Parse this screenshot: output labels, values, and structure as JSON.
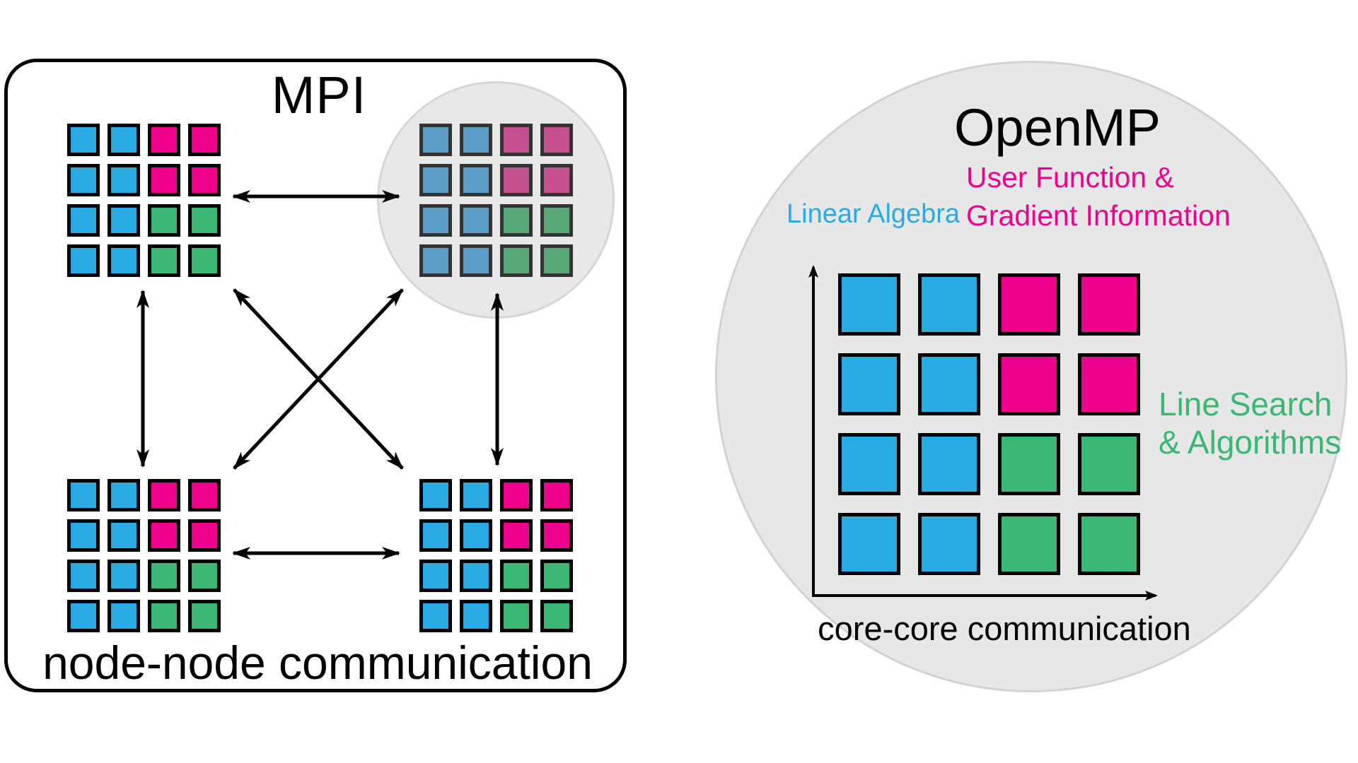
{
  "colors": {
    "blue": "#29abe2",
    "magenta": "#ec008c",
    "green": "#3ab873",
    "muted_blue": "#5b9dc7",
    "muted_magenta": "#c4508f",
    "muted_green": "#59a877",
    "muted_border": "#333333",
    "node_circle_fill": "#e8e8e8",
    "node_circle_edge": "#d6d6d6",
    "openmp_circle_fill": "#e7e7e7",
    "openmp_circle_edge": "#d2d2d2"
  },
  "mpi_panel": {
    "title": "MPI",
    "caption": "node-node communication",
    "grid_pattern": [
      [
        "blue",
        "blue",
        "magenta",
        "magenta"
      ],
      [
        "blue",
        "blue",
        "magenta",
        "magenta"
      ],
      [
        "blue",
        "blue",
        "green",
        "green"
      ],
      [
        "blue",
        "blue",
        "green",
        "green"
      ]
    ]
  },
  "openmp_panel": {
    "title": "OpenMP",
    "grid_pattern": [
      [
        "blue",
        "blue",
        "magenta",
        "magenta"
      ],
      [
        "blue",
        "blue",
        "magenta",
        "magenta"
      ],
      [
        "blue",
        "blue",
        "green",
        "green"
      ],
      [
        "blue",
        "blue",
        "green",
        "green"
      ]
    ],
    "labels": {
      "linear_algebra": "Linear Algebra",
      "user_function_line1": "User Function &",
      "user_function_line2": "Gradient Information",
      "line_search_line1": "Line Search",
      "line_search_line2": "& Algorithms",
      "axis_caption": "core-core communication"
    }
  }
}
